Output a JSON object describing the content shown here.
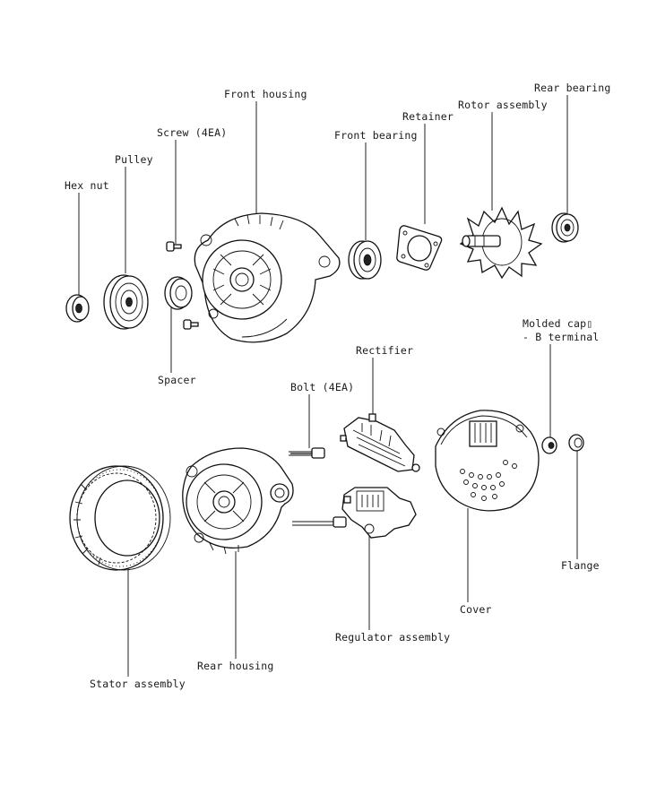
{
  "labels": {
    "hex_nut": "Hex nut",
    "pulley": "Pulley",
    "screw": "Screw (4EA)",
    "front_housing": "Front housing",
    "front_bearing": "Front bearing",
    "retainer": "Retainer",
    "rotor_assembly": "Rotor assembly",
    "rear_bearing": "Rear bearing",
    "spacer": "Spacer",
    "molded_cap_line1": "Molded cap▯",
    "molded_cap_line2": "- B terminal",
    "rectifier": "Rectifier",
    "bolt": "Bolt (4EA)",
    "flange": "Flange",
    "cover": "Cover",
    "regulator_assembly": "Regulator assembly",
    "rear_housing": "Rear housing",
    "stator_assembly": "Stator assembly"
  }
}
